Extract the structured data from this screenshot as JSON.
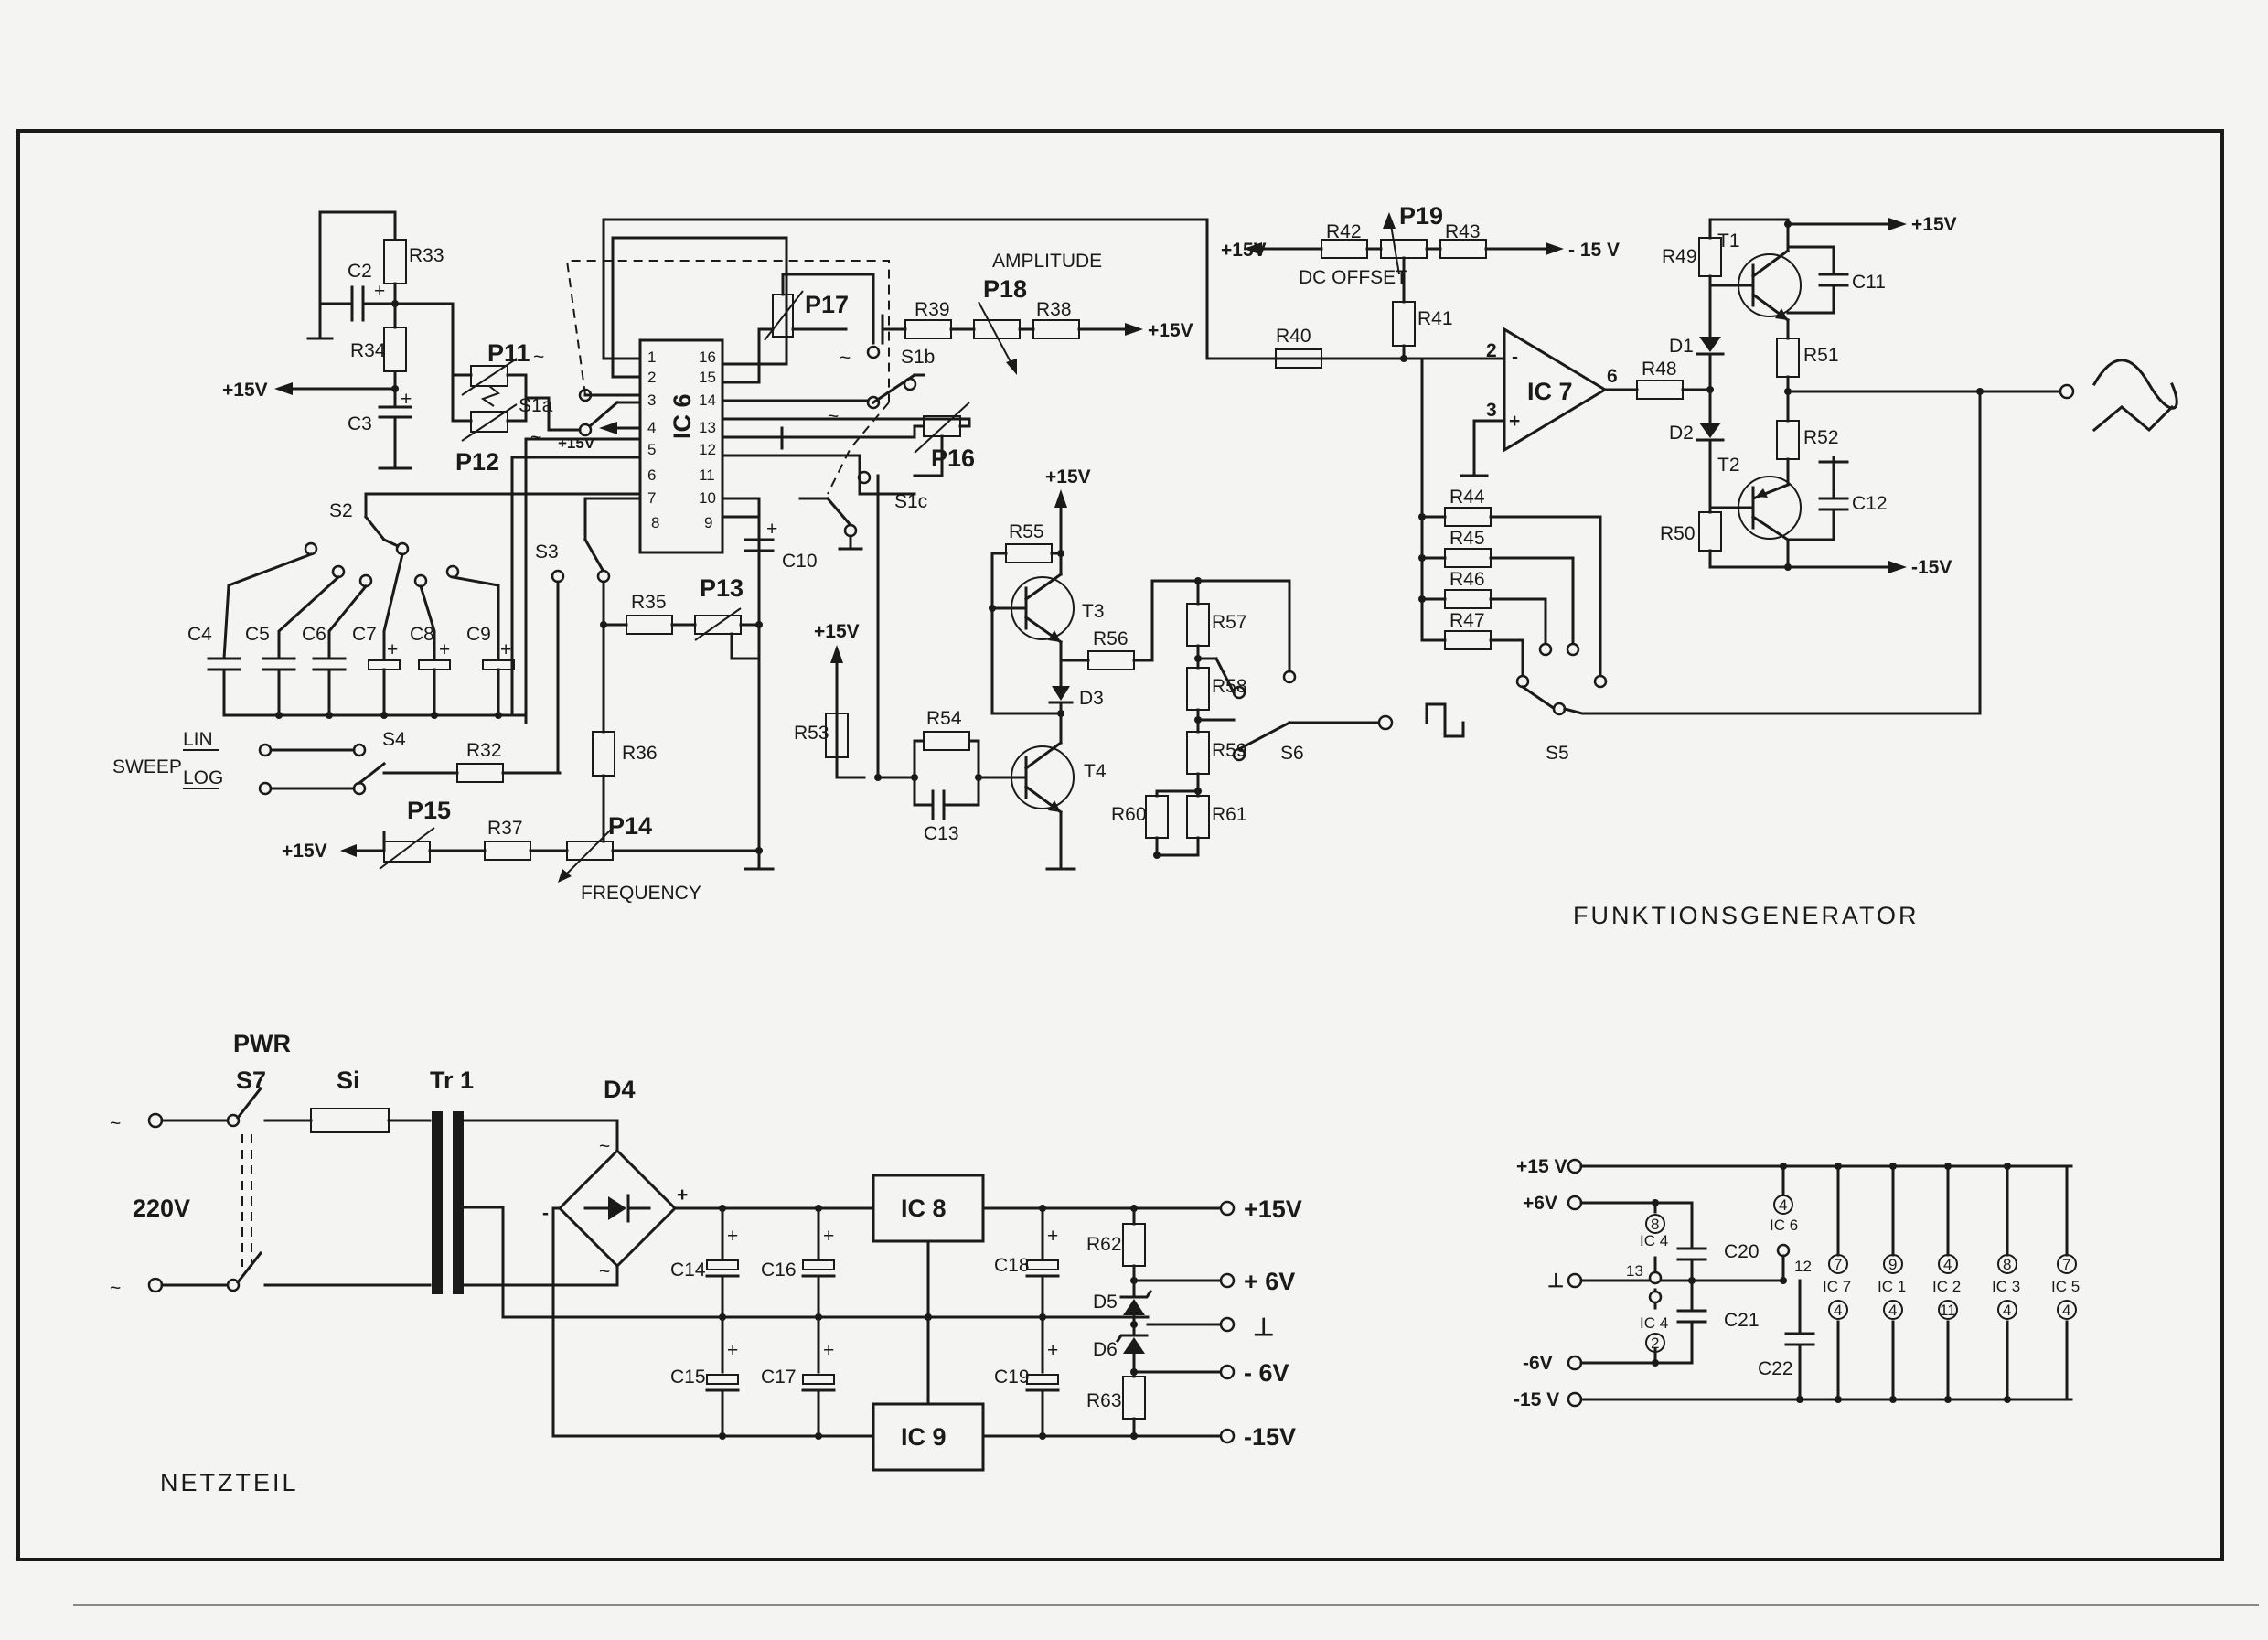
{
  "titles": {
    "generator": "FUNKTIONSGENERATOR",
    "psu": "NETZTEIL"
  },
  "controls": {
    "amplitude": "AMPLITUDE",
    "dc_offset": "DC OFFSET",
    "frequency": "FREQUENCY",
    "sweep": "SWEEP",
    "lin": "LIN",
    "log": "LOG",
    "pwr": "PWR"
  },
  "ic": {
    "ic6": "IC 6",
    "ic7": "IC 7",
    "ic8": "IC 8",
    "ic9": "IC 9",
    "ic6_pins_left": [
      "1",
      "2",
      "3",
      "4",
      "5",
      "6",
      "7",
      "8"
    ],
    "ic6_pins_right": [
      "16",
      "15",
      "14",
      "13",
      "12",
      "11",
      "10",
      "9"
    ],
    "ic7_pin2": "2",
    "ic7_pin3": "3",
    "ic7_pin6": "6"
  },
  "resistors": {
    "r32": "R32",
    "r33": "R33",
    "r34": "R34",
    "r35": "R35",
    "r36": "R36",
    "r37": "R37",
    "r38": "R38",
    "r39": "R39",
    "r40": "R40",
    "r41": "R41",
    "r42": "R42",
    "r43": "R43",
    "r44": "R44",
    "r45": "R45",
    "r46": "R46",
    "r47": "R47",
    "r48": "R48",
    "r49": "R49",
    "r50": "R50",
    "r51": "R51",
    "r52": "R52",
    "r53": "R53",
    "r54": "R54",
    "r55": "R55",
    "r56": "R56",
    "r57": "R57",
    "r58": "R58",
    "r59": "R59",
    "r60": "R60",
    "r61": "R61",
    "r62": "R62",
    "r63": "R63"
  },
  "pots": {
    "p11": "P11",
    "p12": "P12",
    "p13": "P13",
    "p14": "P14",
    "p15": "P15",
    "p16": "P16",
    "p17": "P17",
    "p18": "P18",
    "p19": "P19"
  },
  "caps": {
    "c2": "C2",
    "c3": "C3",
    "c4": "C4",
    "c5": "C5",
    "c6": "C6",
    "c7": "C7",
    "c8": "C8",
    "c9": "C9",
    "c10": "C10",
    "c11": "C11",
    "c12": "C12",
    "c13": "C13",
    "c14": "C14",
    "c15": "C15",
    "c16": "C16",
    "c17": "C17",
    "c18": "C18",
    "c19": "C19",
    "c20": "C20",
    "c21": "C21",
    "c22": "C22"
  },
  "semis": {
    "t1": "T1",
    "t2": "T2",
    "t3": "T3",
    "t4": "T4",
    "d1": "D1",
    "d2": "D2",
    "d3": "D3",
    "d4": "D4",
    "d5": "D5",
    "d6": "D6"
  },
  "switches": {
    "s1a": "S1a",
    "s1b": "S1b",
    "s1c": "S1c",
    "s2": "S2",
    "s3": "S3",
    "s4": "S4",
    "s5": "S5",
    "s6": "S6",
    "s7": "S7"
  },
  "misc": {
    "si": "Si",
    "tr1": "Tr 1",
    "mains": "220V",
    "tilde": "~",
    "plus": "+",
    "minus": "-",
    "ground": "⊥"
  },
  "supply": {
    "p15": "+15V",
    "m15": "-15V",
    "p6": "+6V",
    "m6": "-6V",
    "out_p15": "+15V",
    "out_p6": "+ 6V",
    "out_m6": "- 6V",
    "out_m15": "-15V",
    "p15_sp": "+15 V",
    "m15_sp": "- 15 V",
    "m15_spb": "-15 V"
  },
  "decoupling": {
    "ic4_top_pin": "8",
    "ic4_bot_pin": "2",
    "ic4_gnd_pin": "13",
    "ic6_pin_top": "4",
    "ic6_pin_gnd": "12",
    "ic4": "IC 4",
    "ic6": "IC 6",
    "columns": [
      {
        "top": "7",
        "name": "IC 7",
        "bottom": "4"
      },
      {
        "top": "9",
        "name": "IC 1",
        "bottom": "4"
      },
      {
        "top": "4",
        "name": "IC 2",
        "bottom": "11"
      },
      {
        "top": "8",
        "name": "IC 3",
        "bottom": "4"
      },
      {
        "top": "7",
        "name": "IC 5",
        "bottom": "4"
      }
    ]
  },
  "colors": {
    "ink": "#1a1a1a",
    "paper": "#f4f4f2"
  }
}
